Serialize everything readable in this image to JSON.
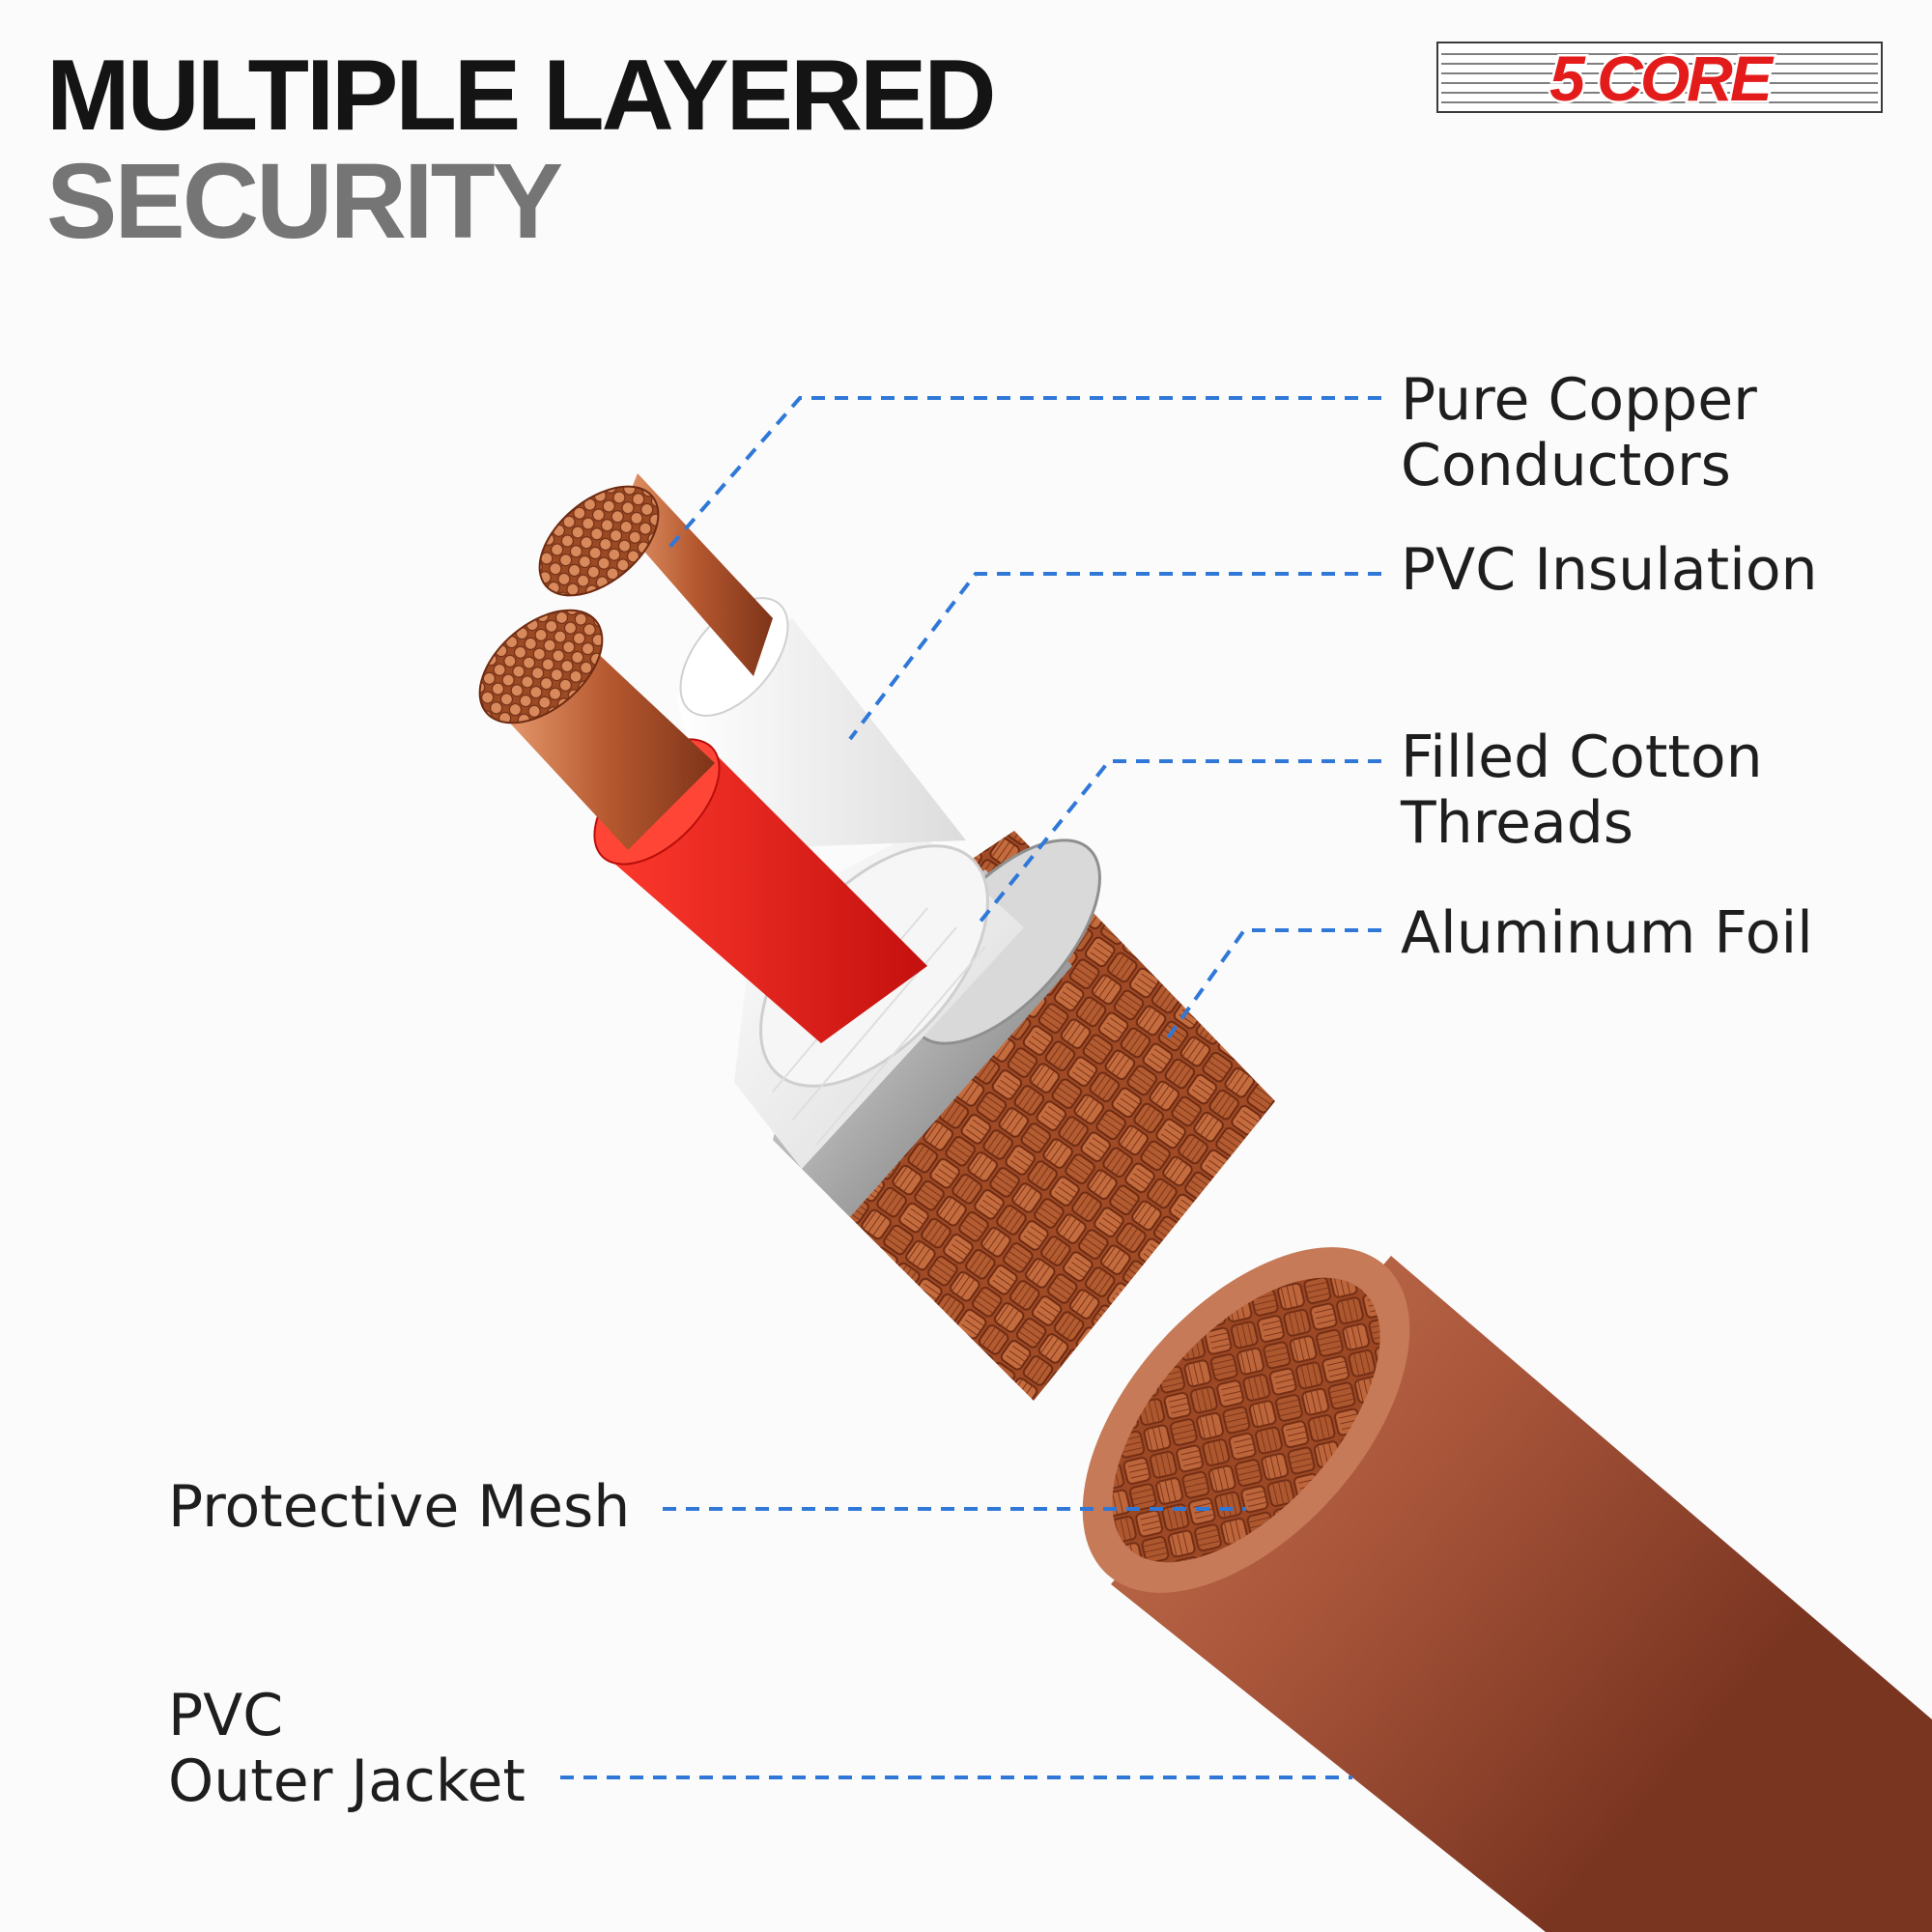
{
  "headline": {
    "line1": "MULTIPLE LAYERED",
    "line2": "SECURITY"
  },
  "brand": {
    "logo_text": "5 CORE",
    "logo_color": "#e31b1b"
  },
  "colors": {
    "leader": "#2f78d8",
    "copper": "#b5582f",
    "red_insulation": "#e31b1b",
    "white_insulation": "#f3f3f3",
    "foil": "#b9b9b9",
    "jacket": "#a8553a"
  },
  "labels": {
    "copper": {
      "line1": "Pure Copper",
      "line2": "Conductors"
    },
    "pvc_insulation": {
      "line1": "PVC Insulation"
    },
    "cotton": {
      "line1": "Filled Cotton",
      "line2": "Threads"
    },
    "foil": {
      "line1": "Aluminum Foil"
    },
    "mesh": {
      "line1": "Protective Mesh"
    },
    "jacket": {
      "line1": "PVC",
      "line2": "Outer Jacket"
    }
  }
}
